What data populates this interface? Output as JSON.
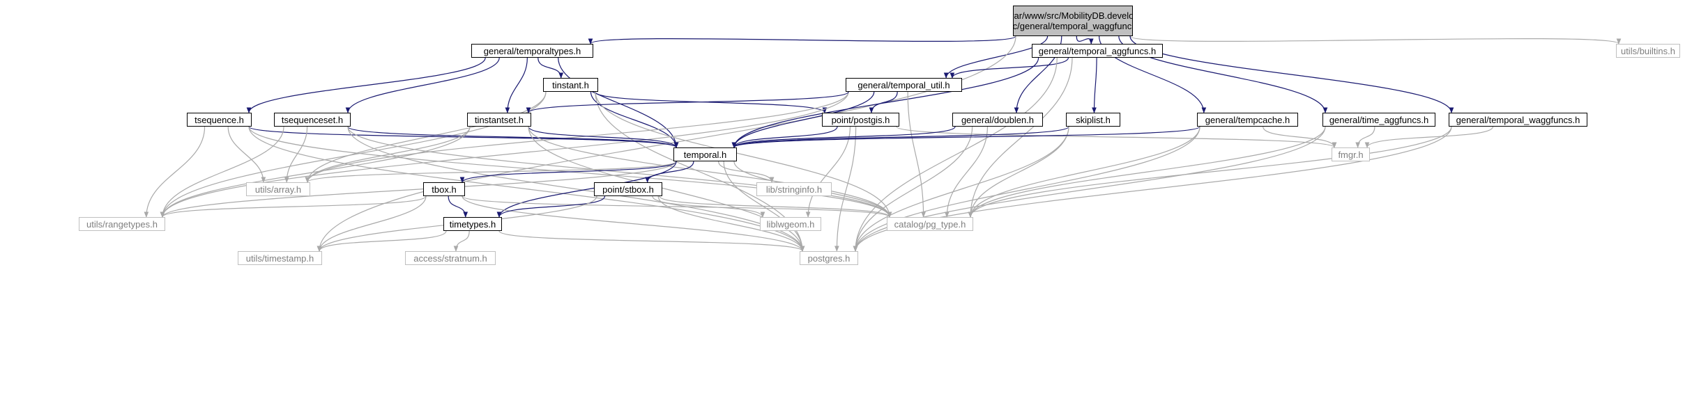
{
  "diagram": {
    "type": "include-dependency-graph",
    "colors": {
      "edge": "#191970",
      "external_edge": "#a9a9a9",
      "node_border": "#000000",
      "external_border": "#bfbfbf",
      "external_text": "#7f7f7f",
      "root_fill": "#bfbfbf"
    },
    "nodes": [
      {
        "id": "root",
        "lines": [
          "/var/www/src/MobilityDB.develop",
          "/src/general/temporal_waggfuncs.c"
        ],
        "kind": "root"
      },
      {
        "id": "general_temporaltypes_h",
        "lines": [
          "general/temporaltypes.h"
        ],
        "kind": "internal"
      },
      {
        "id": "general_temporal_aggfuncs_h",
        "lines": [
          "general/temporal_aggfuncs.h"
        ],
        "kind": "internal"
      },
      {
        "id": "utils_builtins_h",
        "lines": [
          "utils/builtins.h"
        ],
        "kind": "external"
      },
      {
        "id": "tinstant_h",
        "lines": [
          "tinstant.h"
        ],
        "kind": "internal"
      },
      {
        "id": "general_temporal_util_h",
        "lines": [
          "general/temporal_util.h"
        ],
        "kind": "internal"
      },
      {
        "id": "tsequence_h",
        "lines": [
          "tsequence.h"
        ],
        "kind": "internal"
      },
      {
        "id": "tsequenceset_h",
        "lines": [
          "tsequenceset.h"
        ],
        "kind": "internal"
      },
      {
        "id": "tinstantset_h",
        "lines": [
          "tinstantset.h"
        ],
        "kind": "internal"
      },
      {
        "id": "point_postgis_h",
        "lines": [
          "point/postgis.h"
        ],
        "kind": "internal"
      },
      {
        "id": "general_doublen_h",
        "lines": [
          "general/doublen.h"
        ],
        "kind": "internal"
      },
      {
        "id": "skiplist_h",
        "lines": [
          "skiplist.h"
        ],
        "kind": "internal"
      },
      {
        "id": "general_tempcache_h",
        "lines": [
          "general/tempcache.h"
        ],
        "kind": "internal"
      },
      {
        "id": "general_time_aggfuncs_h",
        "lines": [
          "general/time_aggfuncs.h"
        ],
        "kind": "internal"
      },
      {
        "id": "general_temporal_waggfuncs_h",
        "lines": [
          "general/temporal_waggfuncs.h"
        ],
        "kind": "internal"
      },
      {
        "id": "temporal_h",
        "lines": [
          "temporal.h"
        ],
        "kind": "internal"
      },
      {
        "id": "fmgr_h",
        "lines": [
          "fmgr.h"
        ],
        "kind": "external"
      },
      {
        "id": "utils_array_h",
        "lines": [
          "utils/array.h"
        ],
        "kind": "external"
      },
      {
        "id": "lib_stringinfo_h",
        "lines": [
          "lib/stringinfo.h"
        ],
        "kind": "external"
      },
      {
        "id": "tbox_h",
        "lines": [
          "tbox.h"
        ],
        "kind": "internal"
      },
      {
        "id": "point_stbox_h",
        "lines": [
          "point/stbox.h"
        ],
        "kind": "internal"
      },
      {
        "id": "utils_rangetypes_h",
        "lines": [
          "utils/rangetypes.h"
        ],
        "kind": "external"
      },
      {
        "id": "catalog_pg_type_h",
        "lines": [
          "catalog/pg_type.h"
        ],
        "kind": "external"
      },
      {
        "id": "liblwgeom_h",
        "lines": [
          "liblwgeom.h"
        ],
        "kind": "external"
      },
      {
        "id": "timetypes_h",
        "lines": [
          "timetypes.h"
        ],
        "kind": "internal"
      },
      {
        "id": "utils_timestamp_h",
        "lines": [
          "utils/timestamp.h"
        ],
        "kind": "external"
      },
      {
        "id": "access_stratnum_h",
        "lines": [
          "access/stratnum.h"
        ],
        "kind": "external"
      },
      {
        "id": "postgres_h",
        "lines": [
          "postgres.h"
        ],
        "kind": "external"
      }
    ],
    "edges": [
      [
        "root",
        "general_temporaltypes_h"
      ],
      [
        "root",
        "general_temporal_aggfuncs_h"
      ],
      [
        "root",
        "utils_builtins_h"
      ],
      [
        "root",
        "general_temporal_util_h"
      ],
      [
        "root",
        "general_doublen_h"
      ],
      [
        "root",
        "general_tempcache_h"
      ],
      [
        "root",
        "general_time_aggfuncs_h"
      ],
      [
        "root",
        "general_temporal_waggfuncs_h"
      ],
      [
        "root",
        "utils_timestamp_h"
      ],
      [
        "general_temporaltypes_h",
        "tinstant_h"
      ],
      [
        "general_temporaltypes_h",
        "tsequence_h"
      ],
      [
        "general_temporaltypes_h",
        "tsequenceset_h"
      ],
      [
        "general_temporaltypes_h",
        "tinstantset_h"
      ],
      [
        "general_temporaltypes_h",
        "temporal_h"
      ],
      [
        "general_temporal_aggfuncs_h",
        "general_temporal_util_h"
      ],
      [
        "general_temporal_aggfuncs_h",
        "skiplist_h"
      ],
      [
        "general_temporal_aggfuncs_h",
        "temporal_h"
      ],
      [
        "general_temporal_aggfuncs_h",
        "catalog_pg_type_h"
      ],
      [
        "general_temporal_aggfuncs_h",
        "postgres_h"
      ],
      [
        "tinstant_h",
        "temporal_h"
      ],
      [
        "tinstant_h",
        "point_postgis_h"
      ],
      [
        "tinstant_h",
        "utils_array_h"
      ],
      [
        "tinstant_h",
        "utils_rangetypes_h"
      ],
      [
        "tinstant_h",
        "catalog_pg_type_h"
      ],
      [
        "tinstant_h",
        "postgres_h"
      ],
      [
        "general_temporal_util_h",
        "temporal_h"
      ],
      [
        "general_temporal_util_h",
        "point_postgis_h"
      ],
      [
        "general_temporal_util_h",
        "utils_array_h"
      ],
      [
        "general_temporal_util_h",
        "utils_rangetypes_h"
      ],
      [
        "general_temporal_util_h",
        "catalog_pg_type_h"
      ],
      [
        "general_temporal_util_h",
        "tinstantset_h"
      ],
      [
        "tsequence_h",
        "temporal_h"
      ],
      [
        "tsequence_h",
        "utils_array_h"
      ],
      [
        "tsequence_h",
        "utils_rangetypes_h"
      ],
      [
        "tsequence_h",
        "postgres_h"
      ],
      [
        "tsequence_h",
        "catalog_pg_type_h"
      ],
      [
        "tsequenceset_h",
        "temporal_h"
      ],
      [
        "tsequenceset_h",
        "utils_array_h"
      ],
      [
        "tsequenceset_h",
        "utils_rangetypes_h"
      ],
      [
        "tsequenceset_h",
        "postgres_h"
      ],
      [
        "tsequenceset_h",
        "catalog_pg_type_h"
      ],
      [
        "tinstantset_h",
        "temporal_h"
      ],
      [
        "tinstantset_h",
        "utils_array_h"
      ],
      [
        "tinstantset_h",
        "utils_rangetypes_h"
      ],
      [
        "tinstantset_h",
        "postgres_h"
      ],
      [
        "tinstantset_h",
        "catalog_pg_type_h"
      ],
      [
        "point_postgis_h",
        "temporal_h"
      ],
      [
        "point_postgis_h",
        "liblwgeom_h"
      ],
      [
        "point_postgis_h",
        "fmgr_h"
      ],
      [
        "point_postgis_h",
        "postgres_h"
      ],
      [
        "general_doublen_h",
        "temporal_h"
      ],
      [
        "general_doublen_h",
        "catalog_pg_type_h"
      ],
      [
        "general_doublen_h",
        "postgres_h"
      ],
      [
        "skiplist_h",
        "temporal_h"
      ],
      [
        "skiplist_h",
        "catalog_pg_type_h"
      ],
      [
        "skiplist_h",
        "postgres_h"
      ],
      [
        "general_tempcache_h",
        "temporal_h"
      ],
      [
        "general_tempcache_h",
        "fmgr_h"
      ],
      [
        "general_tempcache_h",
        "catalog_pg_type_h"
      ],
      [
        "general_tempcache_h",
        "postgres_h"
      ],
      [
        "general_time_aggfuncs_h",
        "fmgr_h"
      ],
      [
        "general_time_aggfuncs_h",
        "catalog_pg_type_h"
      ],
      [
        "general_time_aggfuncs_h",
        "postgres_h"
      ],
      [
        "general_temporal_waggfuncs_h",
        "fmgr_h"
      ],
      [
        "general_temporal_waggfuncs_h",
        "catalog_pg_type_h"
      ],
      [
        "general_temporal_waggfuncs_h",
        "postgres_h"
      ],
      [
        "temporal_h",
        "utils_array_h"
      ],
      [
        "temporal_h",
        "lib_stringinfo_h"
      ],
      [
        "temporal_h",
        "tbox_h"
      ],
      [
        "temporal_h",
        "point_stbox_h"
      ],
      [
        "temporal_h",
        "utils_rangetypes_h"
      ],
      [
        "temporal_h",
        "catalog_pg_type_h"
      ],
      [
        "temporal_h",
        "timetypes_h"
      ],
      [
        "temporal_h",
        "postgres_h"
      ],
      [
        "tbox_h",
        "utils_rangetypes_h"
      ],
      [
        "tbox_h",
        "catalog_pg_type_h"
      ],
      [
        "tbox_h",
        "timetypes_h"
      ],
      [
        "tbox_h",
        "utils_timestamp_h"
      ],
      [
        "tbox_h",
        "postgres_h"
      ],
      [
        "point_stbox_h",
        "catalog_pg_type_h"
      ],
      [
        "point_stbox_h",
        "liblwgeom_h"
      ],
      [
        "point_stbox_h",
        "timetypes_h"
      ],
      [
        "point_stbox_h",
        "utils_timestamp_h"
      ],
      [
        "point_stbox_h",
        "postgres_h"
      ],
      [
        "timetypes_h",
        "utils_timestamp_h"
      ],
      [
        "timetypes_h",
        "access_stratnum_h"
      ],
      [
        "timetypes_h",
        "postgres_h"
      ]
    ]
  }
}
